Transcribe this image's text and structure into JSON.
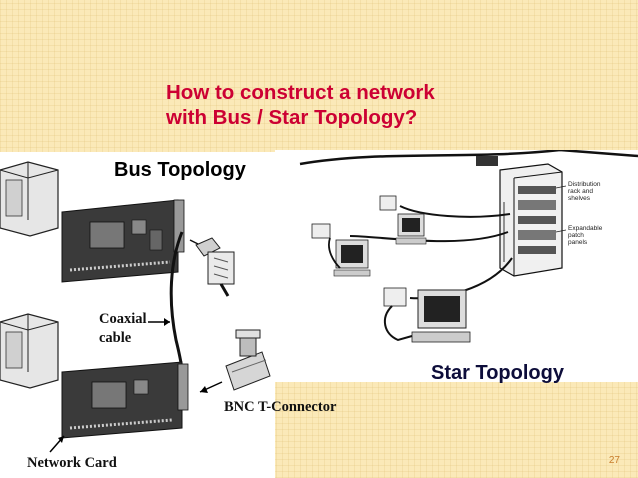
{
  "slide": {
    "title_line1": "How to construct a network",
    "title_line2": "with Bus / Star Topology?",
    "page_number": "27"
  },
  "bus": {
    "heading": "Bus Topology",
    "coaxial_line1": "Coaxial",
    "coaxial_line2": "cable",
    "bnc_label": "BNC T-Connector",
    "nic_label": "Network Card"
  },
  "star": {
    "heading": "Star Topology",
    "legend_distribution_1": "Distribution",
    "legend_distribution_2": "rack and",
    "legend_distribution_3": "shelves",
    "legend_patch_1": "Expandable",
    "legend_patch_2": "patch",
    "legend_patch_3": "panels"
  },
  "colors": {
    "background": "#fbe9b8",
    "title": "#cc0033",
    "star_heading": "#0d0d3a",
    "page_number": "#c87d2c"
  }
}
